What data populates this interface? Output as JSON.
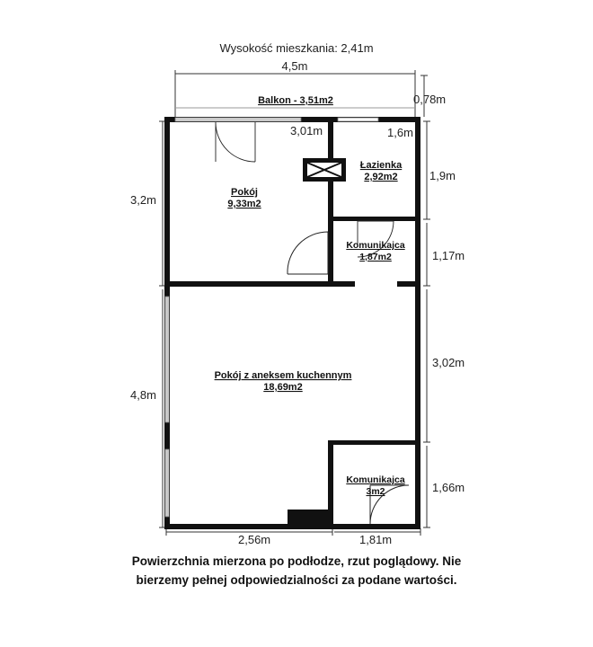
{
  "plan": {
    "height_label": "Wysokość mieszkania: 2,41m",
    "dims": {
      "top_width": "4,5m",
      "balcony_depth": "0,78m",
      "inner_pokoj_width": "3,01m",
      "inner_lazienka_width": "1,6m",
      "left_pokoj": "3,2m",
      "left_main": "4,8m",
      "right_lazienka": "1,9m",
      "right_komunikacja1": "1,17m",
      "right_main": "3,02m",
      "right_komunikacja2": "1,66m",
      "bottom_main": "2,56m",
      "bottom_komunikacja": "1,81m"
    },
    "rooms": {
      "balkon": "Balkon -  3,51m2",
      "pokoj_name": "Pokój",
      "pokoj_area": "9,33m2",
      "lazienka_name": "Łazienka",
      "lazienka_area": "2,92m2",
      "kom1_name": "Komunikajca",
      "kom1_area": "1,87m2",
      "main_name": "Pokój z aneksem kuchennym",
      "main_area": "18,69m2",
      "kom2_name": "Komunikajca",
      "kom2_area": "3m2"
    }
  },
  "footer": {
    "line1": "Powierzchnia mierzona po podłodze, rzut poglądowy. Nie",
    "line2": "bierzemy pełnej odpowiedzialności za podane wartości."
  }
}
